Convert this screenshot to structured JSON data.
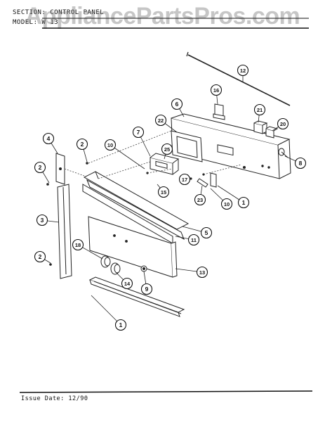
{
  "header": {
    "line1": "SECTION:  CONTROL PANEL",
    "line2": "MODEL:  W     13"
  },
  "watermark": "AppliancePartsPros.com",
  "footer": {
    "issue_date": "Issue Date: 12/90"
  },
  "callouts": [
    {
      "id": "c1a",
      "label": "1"
    },
    {
      "id": "c1b",
      "label": "1"
    },
    {
      "id": "c2a",
      "label": "2"
    },
    {
      "id": "c2b",
      "label": "2"
    },
    {
      "id": "c2c",
      "label": "2"
    },
    {
      "id": "c3",
      "label": "3"
    },
    {
      "id": "c4",
      "label": "4"
    },
    {
      "id": "c5",
      "label": "5"
    },
    {
      "id": "c6",
      "label": "6"
    },
    {
      "id": "c7",
      "label": "7"
    },
    {
      "id": "c8",
      "label": "8"
    },
    {
      "id": "c9",
      "label": "9"
    },
    {
      "id": "c10a",
      "label": "10"
    },
    {
      "id": "c10b",
      "label": "10"
    },
    {
      "id": "c11",
      "label": "11"
    },
    {
      "id": "c12",
      "label": "12"
    },
    {
      "id": "c13",
      "label": "13"
    },
    {
      "id": "c14",
      "label": "14"
    },
    {
      "id": "c15",
      "label": "15"
    },
    {
      "id": "c16",
      "label": "16"
    },
    {
      "id": "c17",
      "label": "17"
    },
    {
      "id": "c18",
      "label": "18"
    },
    {
      "id": "c20",
      "label": "20"
    },
    {
      "id": "c21",
      "label": "21"
    },
    {
      "id": "c22",
      "label": "22"
    },
    {
      "id": "c23",
      "label": "23"
    },
    {
      "id": "c25",
      "label": "25"
    }
  ]
}
